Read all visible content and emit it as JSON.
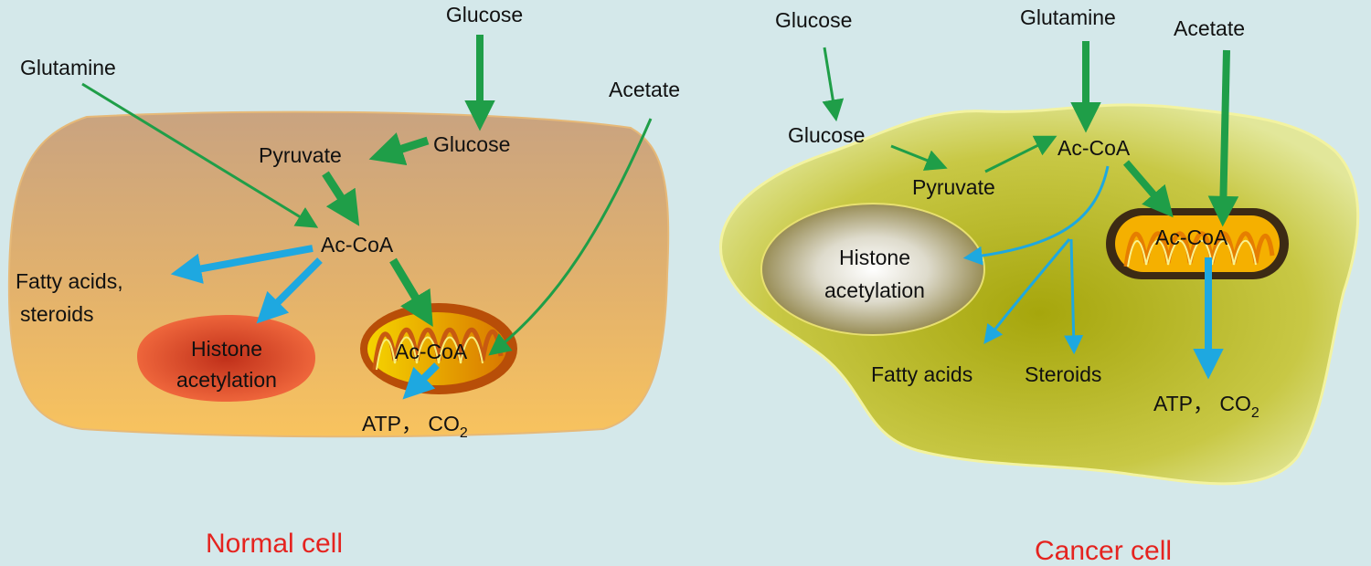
{
  "colors": {
    "background": "#d4e8ea",
    "green_arrow": "#1f9e48",
    "blue_arrow": "#1ea8e0",
    "caption": "#e5231f",
    "normal_cell_top": "#cca57e",
    "normal_cell_bottom": "#f7c060",
    "cancer_cell": "#c8c855",
    "nucleus_normal": "#ee5530",
    "mitochondrion": "#f2a200"
  },
  "normal_cell": {
    "caption": "Normal cell",
    "glucose_outside": "Glucose",
    "glutamine": "Glutamine",
    "acetate": "Acetate",
    "glucose_inside": "Glucose",
    "pyruvate": "Pyruvate",
    "ac_coa": "Ac-CoA",
    "fatty_acids_line1": "Fatty acids,",
    "fatty_acids_line2": "steroids",
    "histone_line1": "Histone",
    "histone_line2": "acetylation",
    "mito_ac_coa": "Ac-CoA",
    "atp_co2": "ATP， CO",
    "co2_subscript": "2"
  },
  "cancer_cell": {
    "caption": "Cancer cell",
    "glucose_outside": "Glucose",
    "glutamine": "Glutamine",
    "acetate": "Acetate",
    "glucose_inside": "Glucose",
    "pyruvate": "Pyruvate",
    "ac_coa": "Ac-CoA",
    "histone_line1": "Histone",
    "histone_line2": "acetylation",
    "fatty_acids": "Fatty acids",
    "steroids": "Steroids",
    "mito_ac_coa": "Ac-CoA",
    "atp_co2": "ATP， CO",
    "co2_subscript": "2"
  }
}
